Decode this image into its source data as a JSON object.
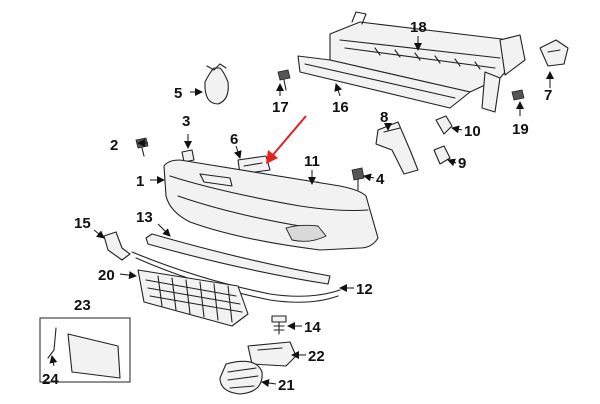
{
  "callouts": {
    "c1": "1",
    "c2": "2",
    "c3": "3",
    "c4": "4",
    "c5": "5",
    "c6": "6",
    "c7": "7",
    "c8": "8",
    "c9": "9",
    "c10": "10",
    "c11": "11",
    "c12": "12",
    "c13": "13",
    "c14": "14",
    "c15": "15",
    "c16": "16",
    "c17": "17",
    "c18": "18",
    "c19": "19",
    "c20": "20",
    "c21": "21",
    "c22": "22",
    "c23": "23",
    "c24": "24"
  },
  "colors": {
    "highlight_arrow": "#e61f1f",
    "line": "#222222"
  }
}
